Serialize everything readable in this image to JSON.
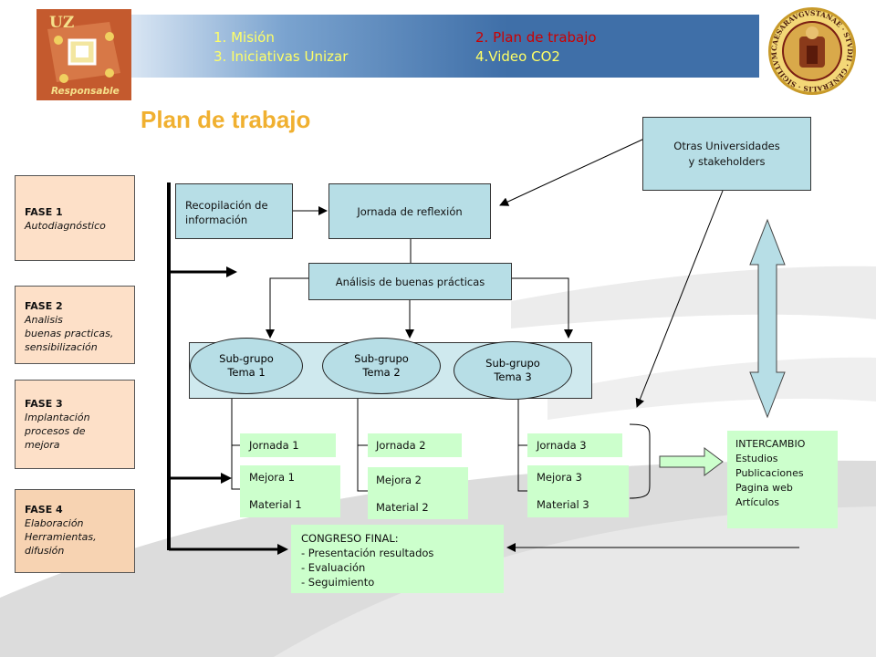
{
  "header": {
    "logo_text": "UZ Responsable",
    "nav": [
      {
        "label": "1. Misión",
        "color": "#ffff66"
      },
      {
        "label": "2. Plan de trabajo",
        "color": "#cc0000"
      },
      {
        "label": "3. Iniciativas Unizar",
        "color": "#ffff66"
      },
      {
        "label": "4.Video CO2",
        "color": "#ffff66"
      }
    ],
    "seal_text": "CAESARAVGVSTANAE · STVDII · GENERALIS · SIGILLVM"
  },
  "title": "Plan de trabajo",
  "phases": [
    {
      "label": "FASE 1",
      "desc": "Autodiagnóstico"
    },
    {
      "label": "FASE 2",
      "desc": "Analisis\nbuenas practicas,\nsensibilización"
    },
    {
      "label": "FASE 3",
      "desc": "Implantación\nprocesos de\nmejora"
    },
    {
      "label": "FASE 4",
      "desc": "Elaboración\nHerramientas,\ndifusión"
    }
  ],
  "diagram": {
    "recopilacion": "Recopilación de\ninformación",
    "jornada_reflexion": "Jornada de reflexión",
    "otras_universidades": "Otras Universidades\ny stakeholders",
    "analisis": "Análisis de buenas prácticas",
    "subgroups": [
      {
        "line1": "Sub-grupo",
        "line2": "Tema 1"
      },
      {
        "line1": "Sub-grupo",
        "line2": "Tema 2"
      },
      {
        "line1": "Sub-grupo",
        "line2": "Tema 3"
      }
    ],
    "jornadas": [
      "Jornada 1",
      "Jornada 2",
      "Jornada 3"
    ],
    "mejoras": [
      {
        "mejora": "Mejora 1",
        "material": "Material 1"
      },
      {
        "mejora": "Mejora 2",
        "material": "Material 2"
      },
      {
        "mejora": "Mejora 3",
        "material": "Material 3"
      }
    ],
    "intercambio": "INTERCAMBIO\nEstudios\nPublicaciones\nPagina web\nArtículos",
    "congreso": "CONGRESO FINAL:\n - Presentación resultados\n-  Evaluación\n- Seguimiento"
  },
  "colors": {
    "title": "#f0b030",
    "header_blue": "#3f6fa8",
    "box_blue": "#b7dee6",
    "box_green": "#ccffcc",
    "phase_peach": "#fde0c8"
  }
}
